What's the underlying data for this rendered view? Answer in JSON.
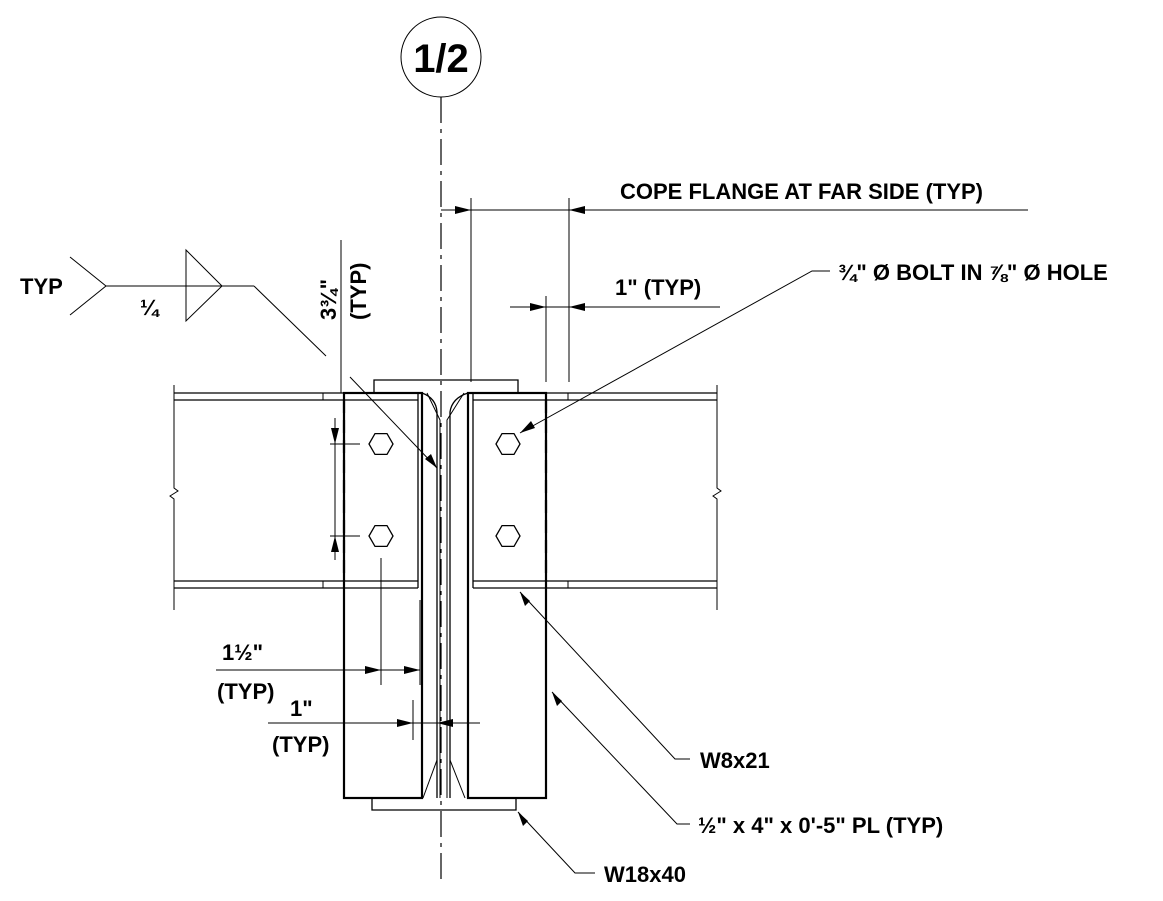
{
  "grid_bubble": "1/2",
  "labels": {
    "cope": "COPE FLANGE AT FAR SIDE (TYP)",
    "bolt": "¾\" Ø BOLT IN ⅞\" Ø HOLE",
    "edge_top": "1\" (TYP)",
    "weld_typ": "TYP",
    "weld_size": "¼",
    "vert_dim": "3¾\"",
    "vert_typ": "(TYP)",
    "gage_dim": "1½\"",
    "gage_typ": "(TYP)",
    "gap_dim": "1\"",
    "gap_typ": "(TYP)",
    "beam": "W8x21",
    "plate": "½\" x 4\" x 0'-5\" PL (TYP)",
    "girder": "W18x40"
  }
}
